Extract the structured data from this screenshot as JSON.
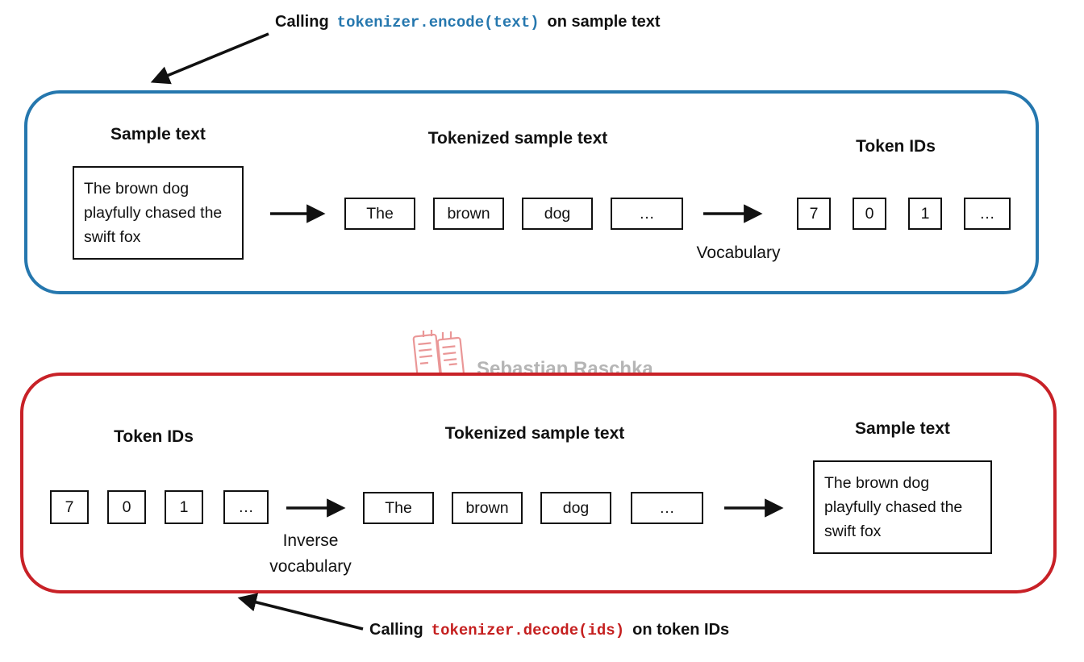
{
  "top_caption": {
    "prefix": "Calling",
    "code": "tokenizer.encode(text)",
    "suffix": "on sample text"
  },
  "bottom_caption": {
    "prefix": "Calling",
    "code": "tokenizer.decode(ids)",
    "suffix": "on token IDs"
  },
  "watermark": {
    "author": "Sebastian Raschka"
  },
  "encode_panel": {
    "sample_text_label": "Sample text",
    "sample_text": "The brown dog playfully chased the swift fox",
    "tokenized_label": "Tokenized sample text",
    "tokens": [
      "The",
      "brown",
      "dog",
      "…"
    ],
    "vocabulary_label": "Vocabulary",
    "token_ids_label": "Token IDs",
    "token_ids": [
      "7",
      "0",
      "1",
      "…"
    ]
  },
  "decode_panel": {
    "token_ids_label": "Token IDs",
    "token_ids": [
      "7",
      "0",
      "1",
      "…"
    ],
    "inverse_vocabulary_label": "Inverse vocabulary",
    "tokenized_label": "Tokenized sample text",
    "tokens": [
      "The",
      "brown",
      "dog",
      "…"
    ],
    "sample_text_label": "Sample text",
    "sample_text": "The brown dog playfully chased the swift fox"
  },
  "colors": {
    "encode_border": "#2577ae",
    "decode_border": "#c82127",
    "encode_code_text": "#2577ae",
    "decode_code_text": "#c51f1f",
    "watermark_text": "#b5b5b5",
    "watermark_stamp": "#e06060"
  }
}
